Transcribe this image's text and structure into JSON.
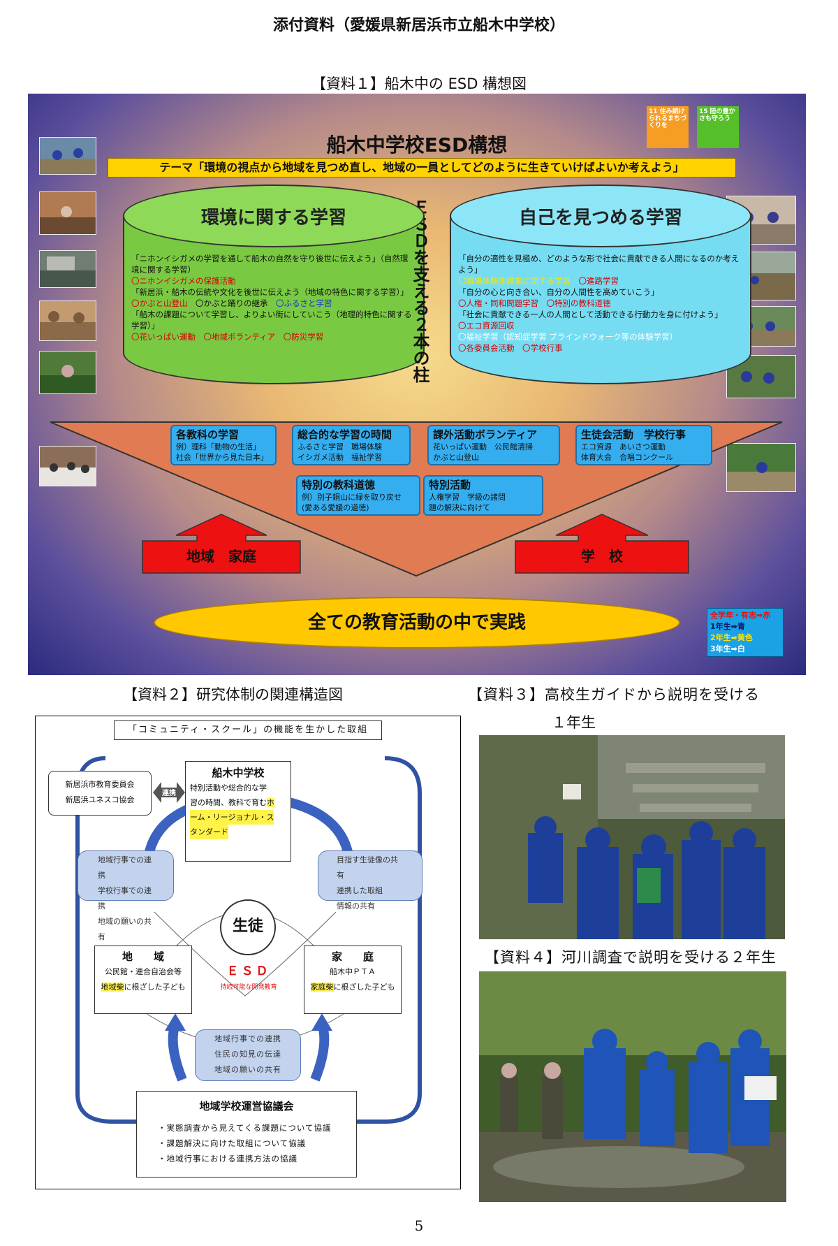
{
  "page_title": "添付資料（愛媛県新居浜市立船木中学校）",
  "fig1": {
    "caption": "【資料１】船木中の ESD 構想図",
    "title": "船木中学校ESD構想",
    "theme": "テーマ「環境の視点から地域を見つめ直し、地域の一員としてどのように生きていけばよいか考えよう」",
    "sdg11": "11 住み続けられるまちづくりを",
    "sdg15": "15 陸の豊かさも守ろう",
    "pillar_center": "ＥＳＤを支える２本の柱",
    "left": {
      "title": "環境に関する学習",
      "l1": "「ニホンイシガメの学習を通して船木の自然を守り後世に伝えよう」（自然環境に関する学習）",
      "l2": "〇ニホンイシガメの保護活動",
      "l3": "「新居浜・船木の伝統や文化を後世に伝えよう（地域の特色に関する学習）」",
      "l4a": "〇かぶと山登山",
      "l4b": "〇かぶと踊りの継承",
      "l4c": "〇ふるさと学習",
      "l5": "「船木の課題について学習し、よりよい街にしていこう（地理的特色に関する学習）」",
      "l6": "〇花いっぱい運動　〇地域ボランティア　〇防災学習"
    },
    "right": {
      "title": "自己を見つめる学習",
      "l1": "「自分の適性を見極め、どのような形で社会に貢献できる人間になるのか考えよう」",
      "l2a": "〇職場体験等職業に関する学習",
      "l2b": "〇進路学習",
      "l3": "「自分の心と向き合い、自分の人間性を高めていこう」",
      "l4": "〇人権・同和問題学習　〇特別の教科道徳",
      "l5": "「社会に貢献できる一人の人間として活動できる行動力を身に付けよう」",
      "l6a": "〇エコ資源回収",
      "l6b": "〇福祉学習（認知症学習 ブラインドウォーク等の体験学習）",
      "l7": "〇各委員会活動　〇学校行事"
    },
    "boxes": [
      {
        "h": "各教科の学習",
        "s1": "例）理科「動物の生活」",
        "s2": "社会「世界から見た日本」"
      },
      {
        "h": "総合的な学習の時間",
        "s1": "ふるさと学習　職場体験",
        "s2": "イシガメ活動　福祉学習"
      },
      {
        "h": "課外活動ボランティア",
        "s1": "花いっぱい運動　公民館清掃",
        "s2": "かぶと山登山"
      },
      {
        "h": "生徒会活動　学校行事",
        "s1": "エコ資源　あいさつ運動",
        "s2": "体育大会　合唱コンクール"
      },
      {
        "h": "特別の教科道徳",
        "s1": "例）別子銅山に緑を取り戻せ",
        "s2": "(愛ある愛媛の道徳)"
      },
      {
        "h": "特別活動",
        "s1": "人権学習　学級の諸問",
        "s2": "題の解決に向けて"
      }
    ],
    "arrow_left": "地域　家庭",
    "arrow_right": "学　校",
    "bottom": "全ての教育活動の中で実践",
    "legend": {
      "l1": "全学年・有志➡赤",
      "l2": "1年生➡青",
      "l3": "2年生➡黄色",
      "l4": "3年生➡白"
    }
  },
  "fig2": {
    "caption": "【資料２】研究体制の関連構造図",
    "banner": "「コミュニティ・スクール」の機能を生かした取組",
    "board1": "新居浜市教育委員会",
    "board2": "新居浜ユネスコ協会",
    "renkei": "連携",
    "school_title": "船木中学校",
    "school_t1": "特別活動や総合的な学",
    "school_t2": "習の時間、教科で育む",
    "school_h1": "ホ",
    "school_h2": "ーム・リージョナル・ス",
    "school_h3": "タンダード",
    "lb1": "地域行事での連携",
    "lb2": "学校行事での連携",
    "lb3": "地域の願いの共有",
    "rb1": "目指す生徒像の共有",
    "rb2": "連携した取組",
    "rb3": "情報の共有",
    "student": "生徒",
    "esd": "ＥＳＤ",
    "esd_sub": "持続可能な開発教育",
    "region_title": "地　　域",
    "region_t1": "公民館・連合自治会等",
    "region_h": "地域柴",
    "region_t2": "に根ざした子ども",
    "home_title": "家　　庭",
    "home_t1": "船木中ＰＴＡ",
    "home_h": "家庭柴",
    "home_t2": "に根ざした子ども",
    "bb1": "地域行事での連携",
    "bb2": "住民の知見の伝達",
    "bb3": "地域の願いの共有",
    "council_title": "地域学校運営協議会",
    "c1": "・実態調査から見えてくる課題について協議",
    "c2": "・課題解決に向けた取組について協議",
    "c3": "・地域行事における連携方法の協議"
  },
  "fig3": {
    "caption_line1": "【資料３】高校生ガイドから説明を受ける",
    "caption_line2": "１年生"
  },
  "fig4": {
    "caption": "【資料４】河川調査で説明を受ける２年生"
  },
  "page_number": "5"
}
